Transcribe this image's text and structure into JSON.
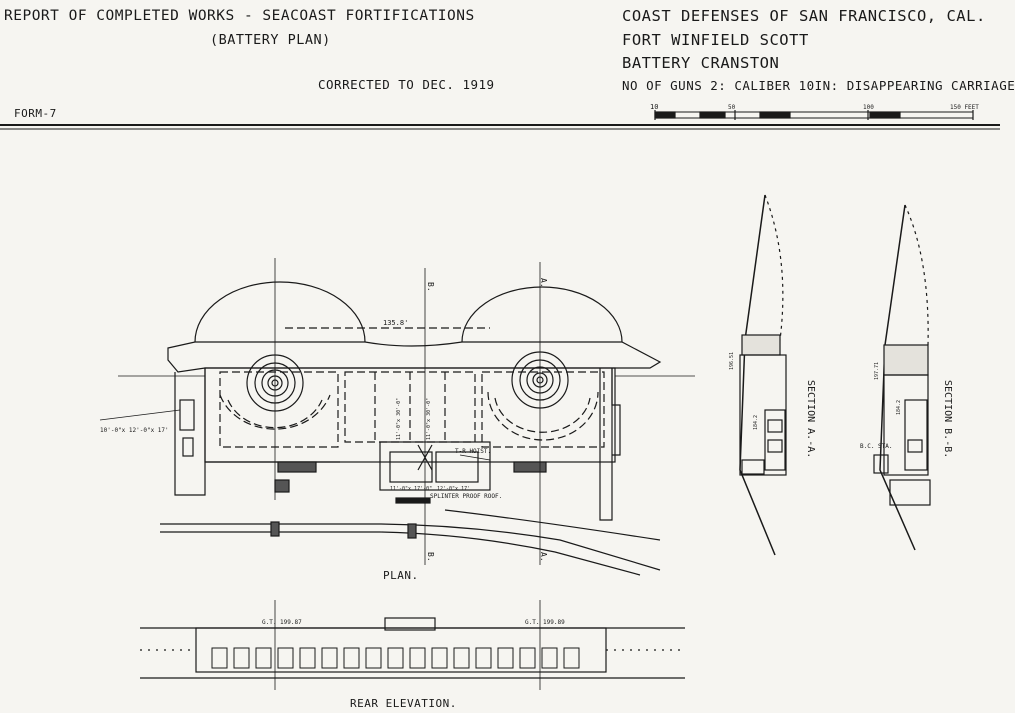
{
  "header": {
    "report_title": "REPORT OF COMPLETED WORKS - SEACOAST FORTIFICATIONS",
    "plan_type": "(BATTERY PLAN)",
    "corrected": "CORRECTED TO DEC. 1919",
    "form": "FORM-7",
    "defenses": "COAST DEFENSES OF SAN FRANCISCO, CAL.",
    "fort": "FORT WINFIELD SCOTT",
    "battery": "BATTERY CRANSTON",
    "guns": "NO OF GUNS 2: CALIBER 10IN: DISAPPEARING CARRIAGE"
  },
  "scale_bar": {
    "start": "10",
    "mid1": "50",
    "mid2": "100",
    "end": "150 FEET"
  },
  "plan": {
    "label": "PLAN.",
    "span_dim": "135.8'",
    "left_dims": "10'-0\"x 12'-0\"x 17'",
    "t_r_hoist": "T-R HOIST.",
    "splinter": "SPLINTER PROOF ROOF.",
    "room_dim1": "11'-0\"x 17'-0\"",
    "room_dim2": "12'-0\"x 17'",
    "mid_dim1": "11'-0\"x 30'-0\"",
    "mid_dim2": "11'-0\"x 30'-0\"",
    "marker_a": "A.",
    "marker_b": "B."
  },
  "sections": {
    "section_a": "SECTION A.-A.",
    "section_b": "SECTION B.-B.",
    "bc_sta": "B.C. STA.",
    "elev_a1": "196.51",
    "elev_a2": "184.2",
    "elev_b1": "197.71",
    "elev_b2": "184.2"
  },
  "rear_elevation": {
    "label": "REAR ELEVATION.",
    "gt_left": "G.T. 199.87",
    "gt_right": "G.T. 199.89"
  }
}
